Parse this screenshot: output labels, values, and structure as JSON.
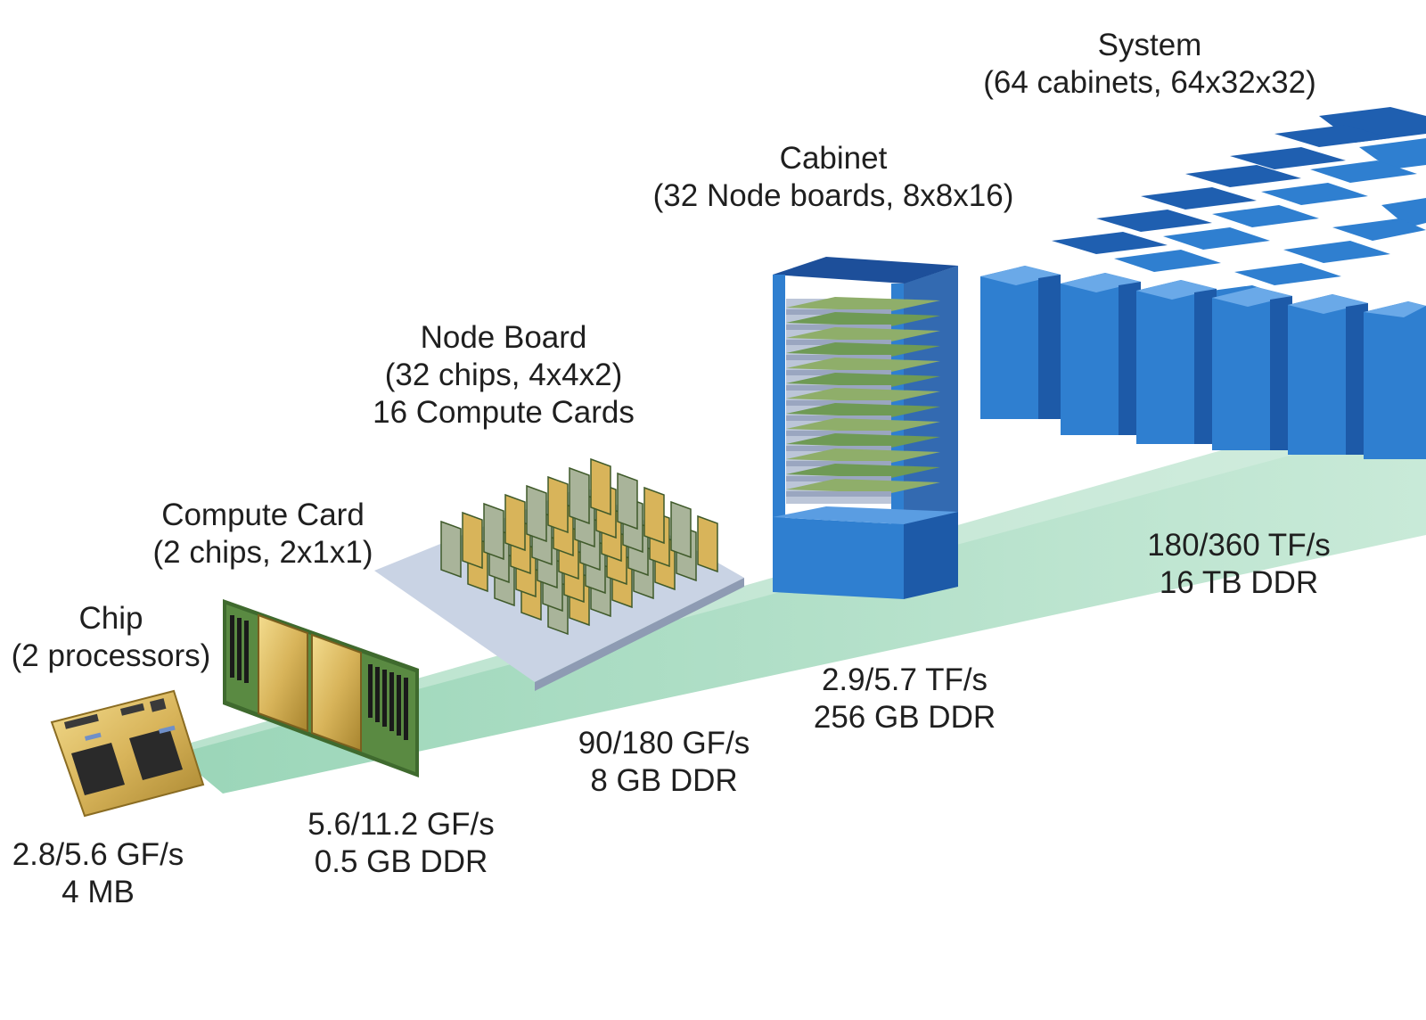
{
  "colors": {
    "beam": "#8fd1b0",
    "cabinet_blue": "#2f7fd0",
    "cabinet_dark": "#1d5aa8",
    "gold": "#d8b45a",
    "board_green": "#4f7a3a"
  },
  "levels": [
    {
      "key": "chip",
      "icon": "chip-icon",
      "title": [
        "Chip",
        "(2 processors)"
      ],
      "stats": [
        "2.8/5.6 GF/s",
        "4 MB"
      ]
    },
    {
      "key": "compute-card",
      "icon": "compute-card-icon",
      "title": [
        "Compute Card",
        "(2 chips, 2x1x1)"
      ],
      "stats": [
        "5.6/11.2 GF/s",
        "0.5 GB DDR"
      ]
    },
    {
      "key": "node-board",
      "icon": "node-board-icon",
      "title": [
        "Node Board",
        "(32 chips, 4x4x2)",
        "16 Compute Cards"
      ],
      "stats": [
        "90/180 GF/s",
        "8 GB DDR"
      ]
    },
    {
      "key": "cabinet",
      "icon": "cabinet-icon",
      "title": [
        "Cabinet",
        "(32 Node boards, 8x8x16)"
      ],
      "stats": [
        "2.9/5.7 TF/s",
        "256 GB DDR"
      ]
    },
    {
      "key": "system",
      "icon": "system-icon",
      "title": [
        "System",
        "(64 cabinets, 64x32x32)"
      ],
      "stats": [
        "180/360 TF/s",
        "16 TB DDR"
      ]
    }
  ]
}
